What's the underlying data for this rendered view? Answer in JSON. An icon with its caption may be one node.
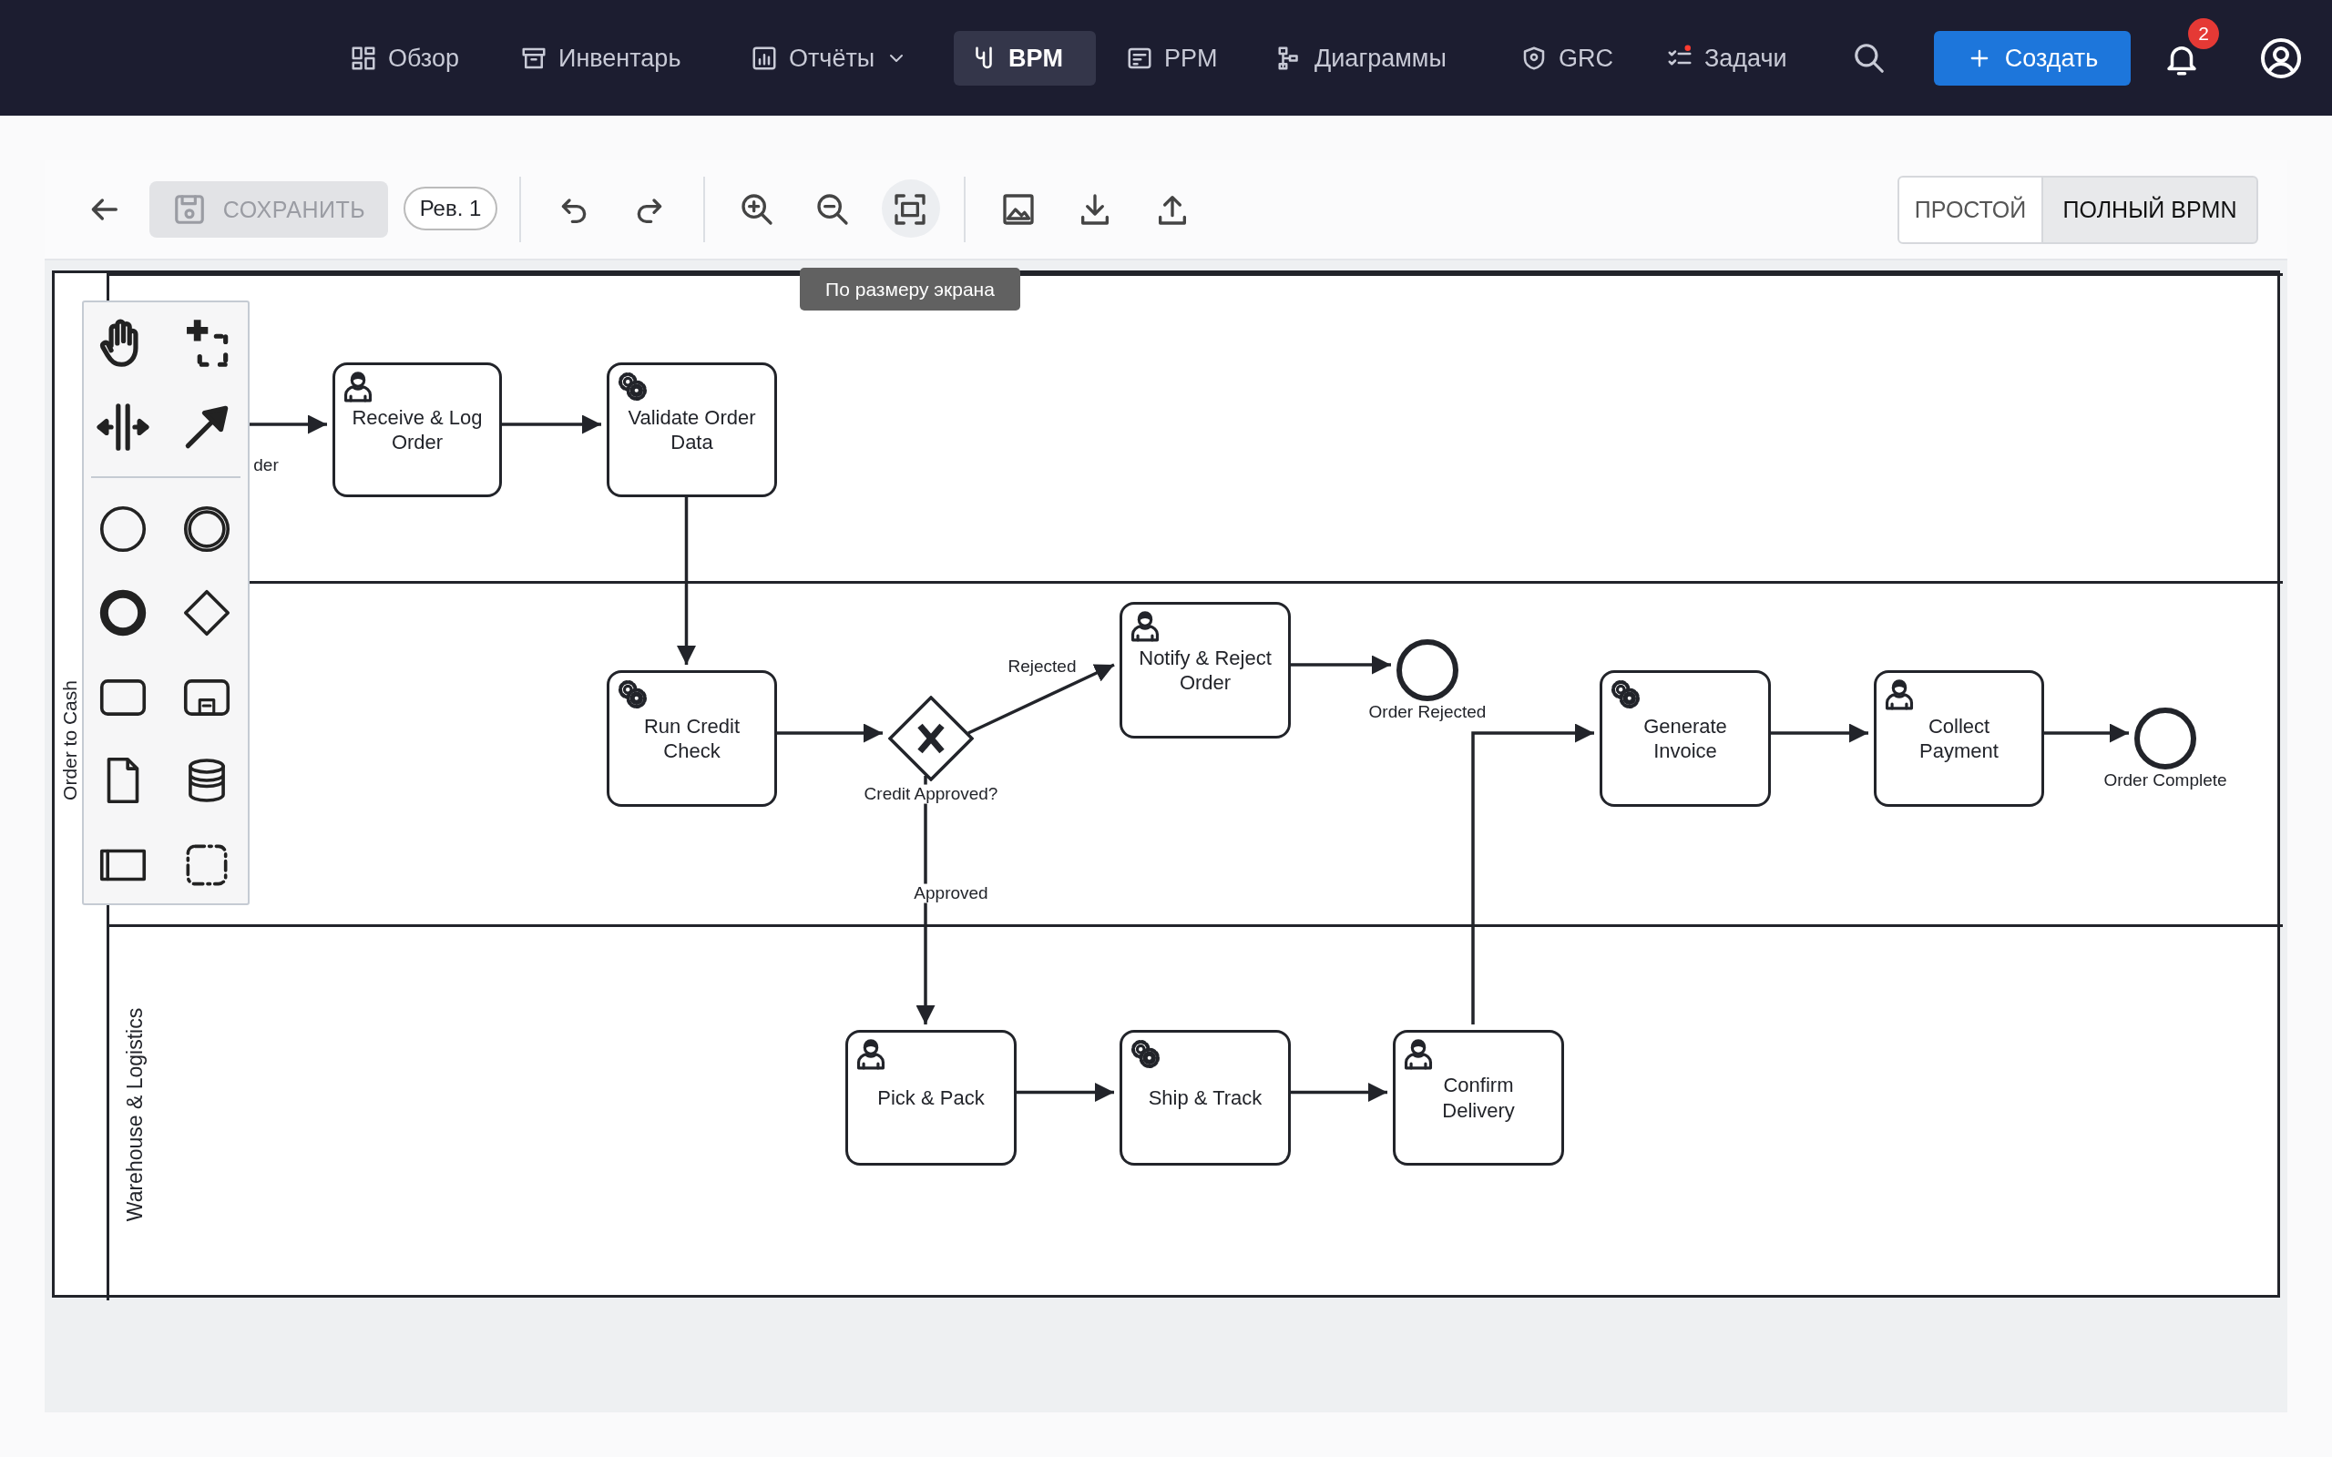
{
  "diagram": {
    "nodes": [
      {
        "text": [
          "Order to Cash"
        ]
      },
      {
        "text": [],
        "shape": "band",
        "in": 0
      },
      {
        "text": [],
        "shape": "band",
        "in": 0
      },
      {
        "text": [
          "Warehouse & Logistics"
        ],
        "in": 0
      },
      {
        "text": [
          "Receive & Log Order"
        ],
        "in": 1
      },
      {
        "text": [
          "Validate Order Data"
        ],
        "in": 1
      },
      {
        "text": [
          "Run Credit Check"
        ],
        "in": 2
      },
      {
        "text": [],
        "shape": "diamond",
        "in": 2,
        "beside": [
          "Credit Approved?"
        ]
      },
      {
        "text": [
          "Notify & Reject Order"
        ],
        "in": 2
      },
      {
        "text": [],
        "shape": "circle",
        "in": 2,
        "beside": [
          "Order Rejected"
        ]
      },
      {
        "text": [
          "Generate Invoice"
        ],
        "in": 2
      },
      {
        "text": [
          "Collect Payment"
        ],
        "in": 2
      },
      {
        "text": [],
        "shape": "circle",
        "in": 2,
        "beside": [
          "Order Complete"
        ]
      },
      {
        "text": [
          "Pick & Pack"
        ],
        "in": 3
      },
      {
        "text": [
          "Ship & Track"
        ],
        "in": 3
      },
      {
        "text": [
          "Confirm Delivery"
        ],
        "in": 3
      }
    ],
    "edges": [
      {
        "from": null,
        "to": 4,
        "arrow": "to"
      },
      {
        "from": 4,
        "to": 5,
        "arrow": "to"
      },
      {
        "from": 5,
        "to": 6,
        "arrow": "to"
      },
      {
        "from": 6,
        "to": 7,
        "arrow": "to"
      },
      {
        "from": 7,
        "to": 8,
        "arrow": "to",
        "label": "Rejected"
      },
      {
        "from": 8,
        "to": 9,
        "arrow": "to"
      },
      {
        "from": 7,
        "to": 13,
        "arrow": "to",
        "label": "Approved"
      },
      {
        "from": 13,
        "to": 14,
        "arrow": "to"
      },
      {
        "from": 14,
        "to": 15,
        "arrow": "to"
      },
      {
        "from": 15,
        "to": 10,
        "arrow": "to"
      },
      {
        "from": 10,
        "to": 11,
        "arrow": "to"
      },
      {
        "from": 11,
        "to": 12,
        "arrow": "to"
      }
    ],
    "labels": [
      "Обзор",
      "Инвентарь",
      "Отчёты",
      "BPM",
      "PPM",
      "Диаграммы",
      "GRC",
      "Задачи",
      "Создать",
      "2",
      "СОХРАНИТЬ",
      "Рев. 1",
      "ПРОСТОЙ",
      "ПОЛНЫЙ BPMN",
      "По размеру экрана",
      "der"
    ]
  }
}
